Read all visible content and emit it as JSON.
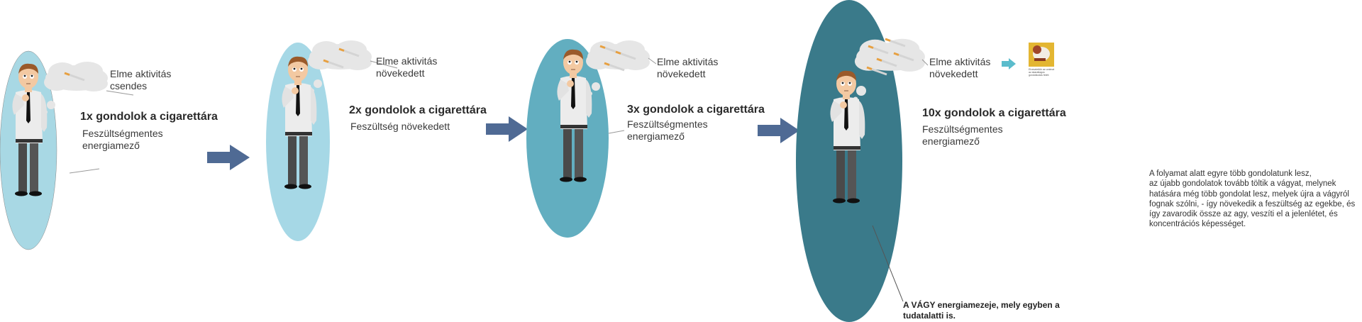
{
  "panels": [
    {
      "thought": [
        "Elme aktivitás",
        "csendes"
      ],
      "title": "1x gondolok a cigarettára",
      "field": [
        "Feszültségmentes",
        "energiamező"
      ],
      "field_color": "#a8d8e4"
    },
    {
      "thought": [
        "Elme aktivitás",
        "növekedett"
      ],
      "title": "2x gondolok a cigarettára",
      "field": [
        "Feszültség növekedett"
      ],
      "field_color": "#a6d8e6"
    },
    {
      "thought": [
        "Elme aktivitás",
        "növekedett"
      ],
      "title": "3x gondolok a cigarettára",
      "field": [
        "Feszültségmentes",
        "energiamező"
      ],
      "field_color": "#62aec0"
    },
    {
      "thought": [
        "Elme aktivitás",
        "növekedett"
      ],
      "title": "10x gondolok a cigarettára",
      "field": [
        "Feszültségmentes",
        "energiamező"
      ],
      "field_color": "#3a7a8a"
    }
  ],
  "explanation": [
    "A folyamat alatt egyre több gondolatunk lesz,",
    "az újabb gondolatok tovább töltik a vágyat, melynek",
    "hatására még több gondolat lesz, melyek újra a vágyról",
    "fognak szólni, - így növekedik a feszültség az egekbe, és",
    "így zavarodik össze az agy, veszíti el a jelenlétet, és",
    "koncentrációs képességet."
  ],
  "desire_label": [
    "A VÁGY energiamezeje, mely egyben a",
    "tudatalatti is."
  ],
  "thumbnail_caption": "Elvesztettük az uralmat az akaratlagos gondolkodás felett",
  "colors": {
    "arrow": "#4f6a94",
    "small_arrow": "#5bbccc",
    "cloud": "#e6e6e6"
  }
}
